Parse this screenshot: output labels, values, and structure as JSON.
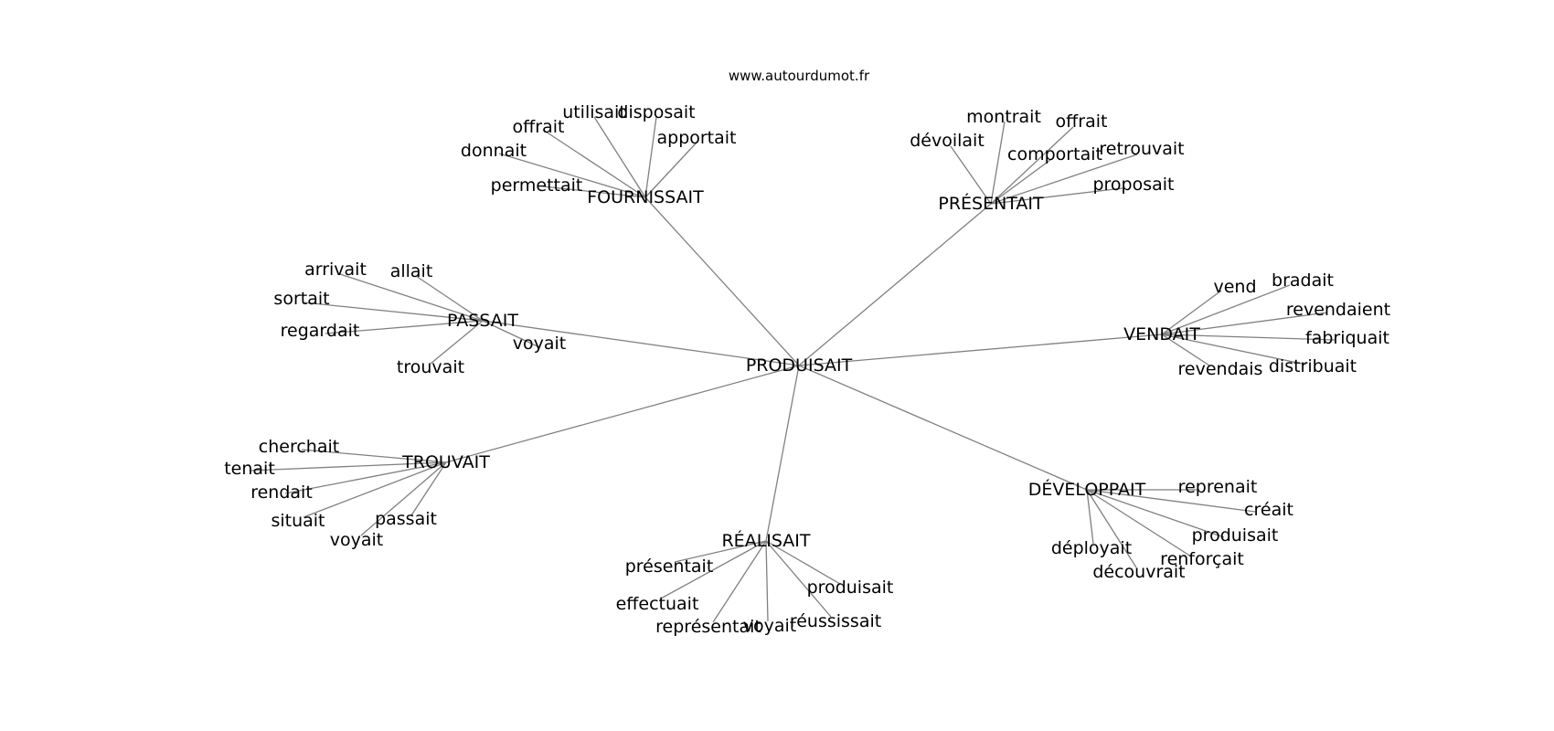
{
  "source_label": "www.autourdumot.fr",
  "center": "PRODUISAIT",
  "clusters": [
    {
      "label": "FOURNISSAIT",
      "words": [
        "utilisait",
        "disposait",
        "offrait",
        "apportait",
        "donnait",
        "permettait"
      ]
    },
    {
      "label": "PRÉSENTAIT",
      "words": [
        "montrait",
        "offrait",
        "dévoilait",
        "comportait",
        "retrouvait",
        "proposait"
      ]
    },
    {
      "label": "PASSAIT",
      "words": [
        "arrivait",
        "allait",
        "sortait",
        "regardait",
        "voyait",
        "trouvait"
      ]
    },
    {
      "label": "VENDAIT",
      "words": [
        "vend",
        "bradait",
        "revendaient",
        "fabriquait",
        "revendais",
        "distribuait"
      ]
    },
    {
      "label": "TROUVAIT",
      "words": [
        "cherchait",
        "tenait",
        "rendait",
        "situait",
        "passait",
        "voyait"
      ]
    },
    {
      "label": "RÉALISAIT",
      "words": [
        "présentait",
        "produisait",
        "effectuait",
        "représentait",
        "voyait",
        "réussissait"
      ]
    },
    {
      "label": "DÉVELOPPAIT",
      "words": [
        "reprenait",
        "créait",
        "produisait",
        "déployait",
        "renforçait",
        "découvrait"
      ]
    }
  ],
  "colors": {
    "edge": "#808080",
    "text": "#000000",
    "background": "#ffffff"
  }
}
